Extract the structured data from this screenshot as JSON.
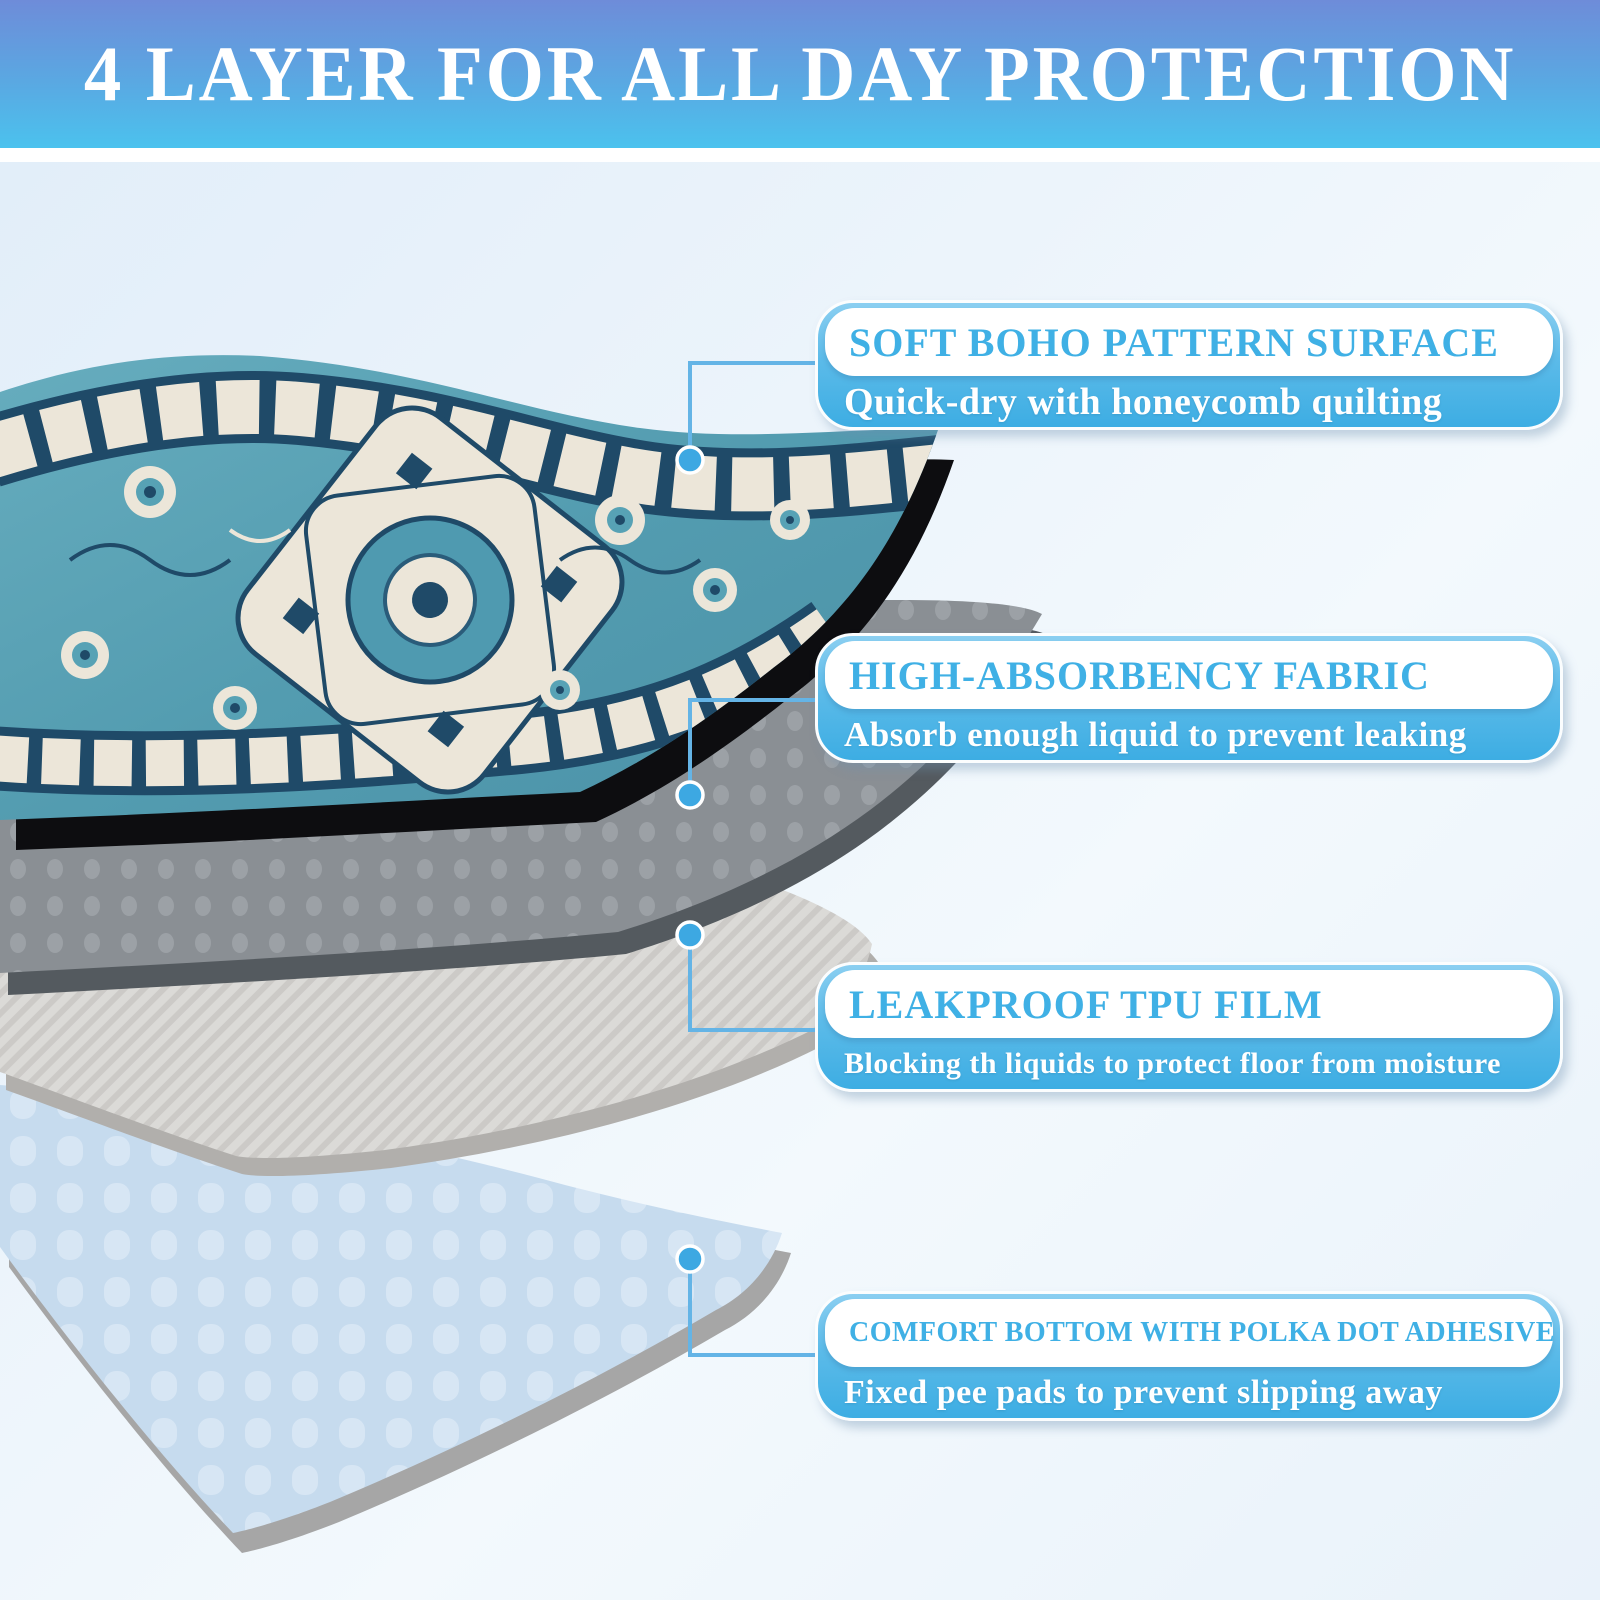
{
  "header": {
    "title": "4 LAYER FOR ALL DAY PROTECTION"
  },
  "layers": [
    {
      "id": "surface",
      "title": "SOFT BOHO PATTERN SURFACE",
      "subtitle": "Quick-dry with honeycomb quilting"
    },
    {
      "id": "absorbent",
      "title": "HIGH-ABSORBENCY FABRIC",
      "subtitle": "Absorb enough liquid to prevent leaking"
    },
    {
      "id": "tpu",
      "title": "LEAKPROOF TPU FILM",
      "subtitle": "Blocking th liquids to protect floor from moisture"
    },
    {
      "id": "bottom",
      "title": "COMFORT BOTTOM WITH POLKA DOT ADHESIVE",
      "subtitle": "Fixed pee pads to prevent slipping away"
    }
  ],
  "colors": {
    "accent_title_blue": "#3FB0E5",
    "callout_gradient_top": "#8BCFF1",
    "callout_gradient_bottom": "#3DADE3",
    "header_gradient_top": "#6E8CD9",
    "header_gradient_bottom": "#4BC2EE",
    "connector_line": "#64B4E6",
    "connector_dot": "#3DA8E2",
    "rug_teal": "#55A0B4",
    "rug_cream": "#ECE6D9",
    "rug_navy": "#1F4A68",
    "absorbent_gray": "#8A8F94",
    "film_gray": "#DBDAD7",
    "bottom_blue": "#C6DBEE"
  }
}
